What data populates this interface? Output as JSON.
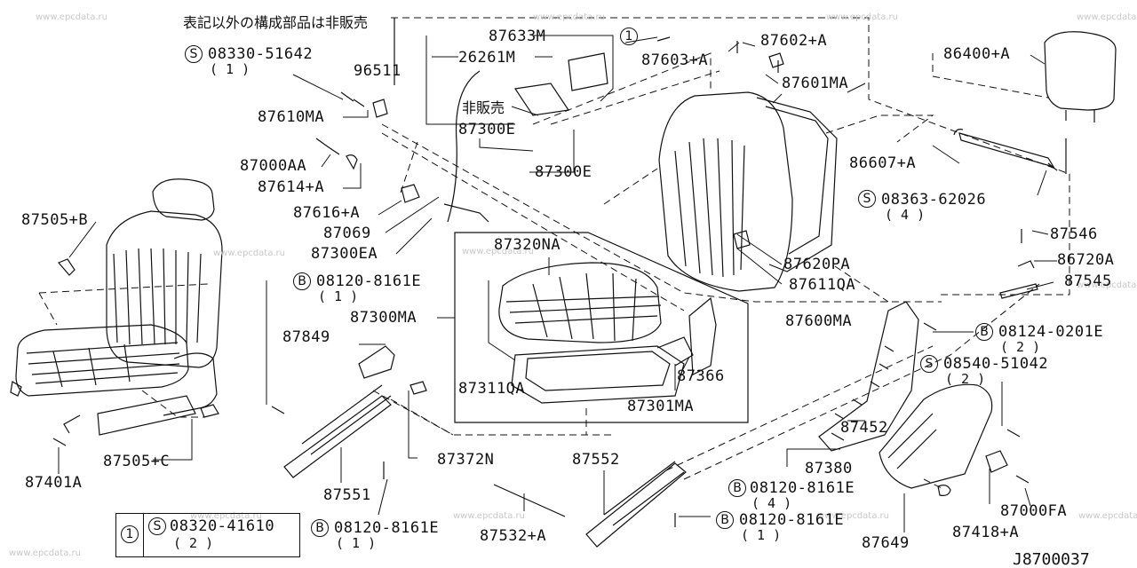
{
  "diagram_id": "J8700037",
  "header_note": "表記以外の構成部品は非販売",
  "watermarks": [
    "www.epcdata.ru"
  ],
  "labels": {
    "p87633M": "87633M",
    "p26261M": "26261M",
    "p96511": "96511",
    "p_nonsale": "非販売",
    "p87300E_a": "87300E",
    "p87300E_b": "87300E",
    "p87603A": "87603+A",
    "p87602A": "87602+A",
    "p87601MA": "87601MA",
    "p86400A": "86400+A",
    "p86607A": "86607+A",
    "p08363": "08363-62026",
    "q08363": "( 4 )",
    "p08330": "08330-51642",
    "q08330": "( 1 )",
    "p87610MA": "87610MA",
    "p87000AA": "87000AA",
    "p87614A": "87614+A",
    "p87616A": "87616+A",
    "p87069": "87069",
    "p87300EA": "87300EA",
    "p87505B": "87505+B",
    "p87320NA": "87320NA",
    "p87620PA": "87620PA",
    "p87611QA": "87611QA",
    "p87546": "87546",
    "p86720A": "86720A",
    "p87545": "87545",
    "p08120_a": "08120-8161E",
    "q08120_a": "( 1 )",
    "p87300MA": "87300MA",
    "p87600MA": "87600MA",
    "p08124": "08124-0201E",
    "q08124": "( 2 )",
    "p87849": "87849",
    "p08540": "08540-51042",
    "q08540": "( 2 )",
    "p87311QA": "87311QA",
    "p87366": "87366",
    "p87301MA": "87301MA",
    "p87452": "87452",
    "p87505C": "87505+C",
    "p87372N": "87372N",
    "p87552": "87552",
    "p87380": "87380",
    "p87401A": "87401A",
    "p87551": "87551",
    "p08120_b": "08120-8161E",
    "q08120_b": "( 4 )",
    "p87000FA": "87000FA",
    "p08120_c": "08120-8161E",
    "q08120_c": "( 1 )",
    "p87532A": "87532+A",
    "p08120_d": "08120-8161E",
    "q08120_d": "( 1 )",
    "p87649": "87649",
    "p87418A": "87418+A"
  },
  "legend": {
    "index": "1",
    "prefix": "S",
    "part": "08320-41610",
    "qty": "( 2 )"
  },
  "markers": {
    "one": "1",
    "S": "S",
    "B": "B"
  }
}
